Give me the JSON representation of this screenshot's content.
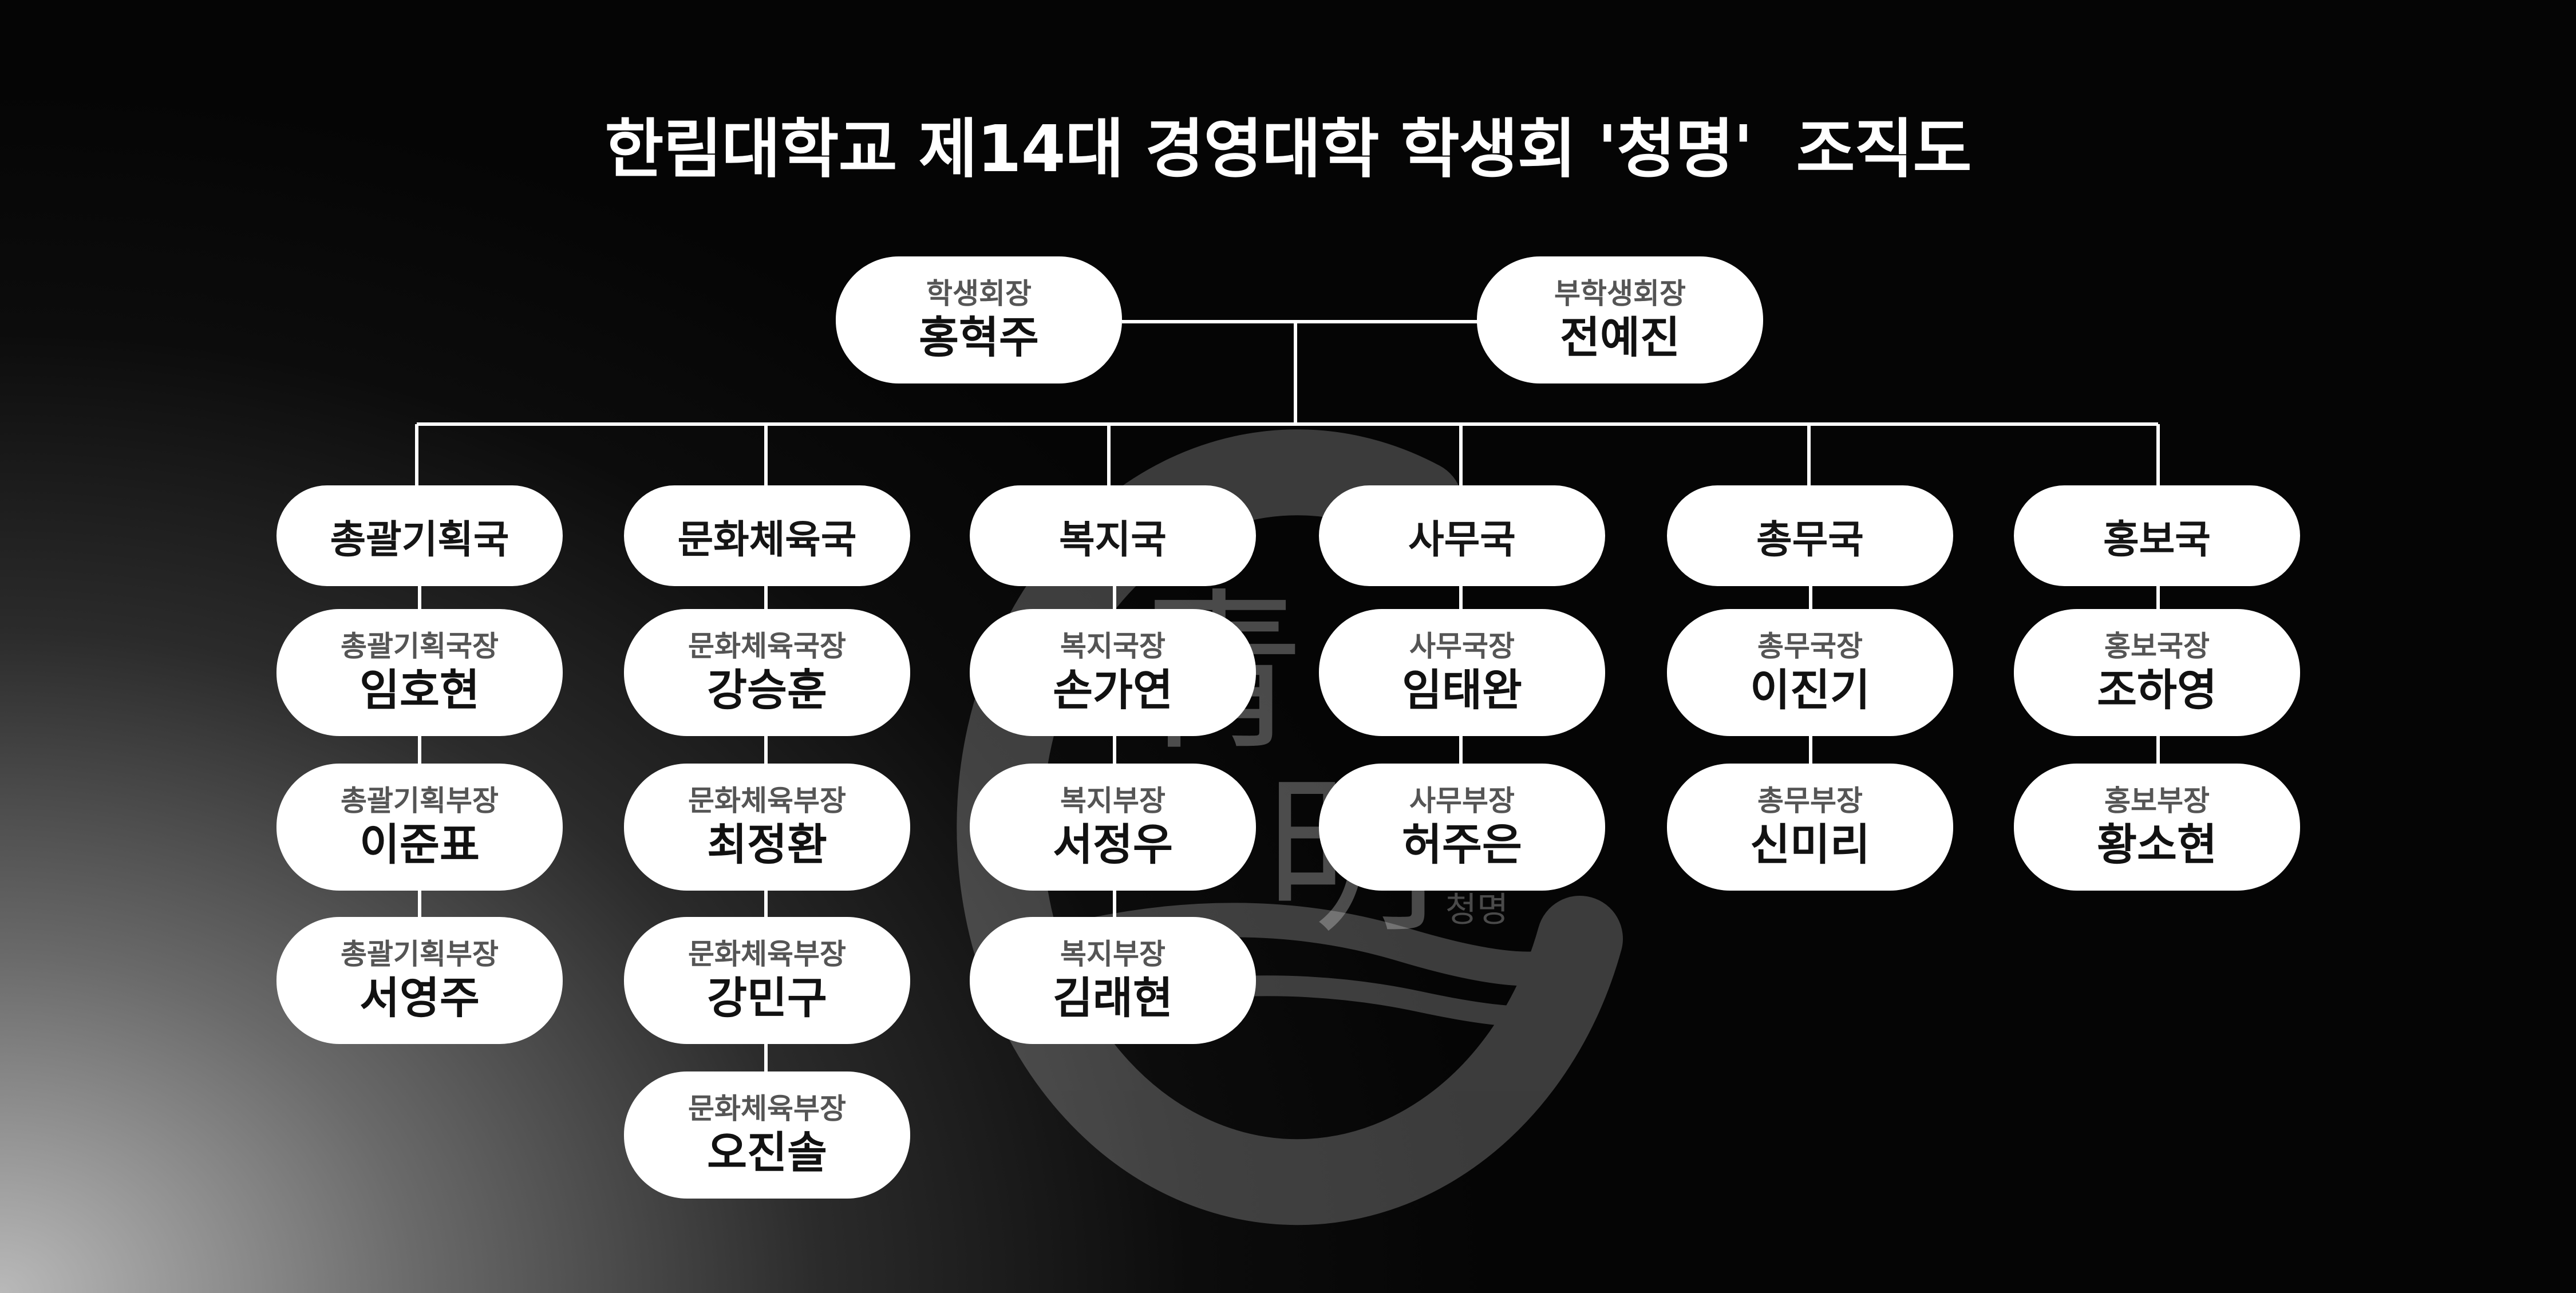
{
  "title": "한림대학교 제14대 경영대학 학생회 '청명'  조직도",
  "emblem": {
    "chars": [
      "青",
      "明"
    ],
    "small": "청명"
  },
  "top": [
    {
      "role": "학생회장",
      "name": "홍혁주"
    },
    {
      "role": "부학생회장",
      "name": "전예진"
    }
  ],
  "departments": [
    {
      "name": "총괄기획국",
      "members": [
        {
          "role": "총괄기획국장",
          "name": "임호현"
        },
        {
          "role": "총괄기획부장",
          "name": "이준표"
        },
        {
          "role": "총괄기획부장",
          "name": "서영주"
        }
      ]
    },
    {
      "name": "문화체육국",
      "members": [
        {
          "role": "문화체육국장",
          "name": "강승훈"
        },
        {
          "role": "문화체육부장",
          "name": "최정환"
        },
        {
          "role": "문화체육부장",
          "name": "강민구"
        },
        {
          "role": "문화체육부장",
          "name": "오진솔"
        }
      ]
    },
    {
      "name": "복지국",
      "members": [
        {
          "role": "복지국장",
          "name": "손가연"
        },
        {
          "role": "복지부장",
          "name": "서정우"
        },
        {
          "role": "복지부장",
          "name": "김래현"
        }
      ]
    },
    {
      "name": "사무국",
      "members": [
        {
          "role": "사무국장",
          "name": "임태완"
        },
        {
          "role": "사무부장",
          "name": "허주은"
        }
      ]
    },
    {
      "name": "총무국",
      "members": [
        {
          "role": "총무국장",
          "name": "이진기"
        },
        {
          "role": "총무부장",
          "name": "신미리"
        }
      ]
    },
    {
      "name": "홍보국",
      "members": [
        {
          "role": "홍보국장",
          "name": "조하영"
        },
        {
          "role": "홍보부장",
          "name": "황소현"
        }
      ]
    }
  ]
}
